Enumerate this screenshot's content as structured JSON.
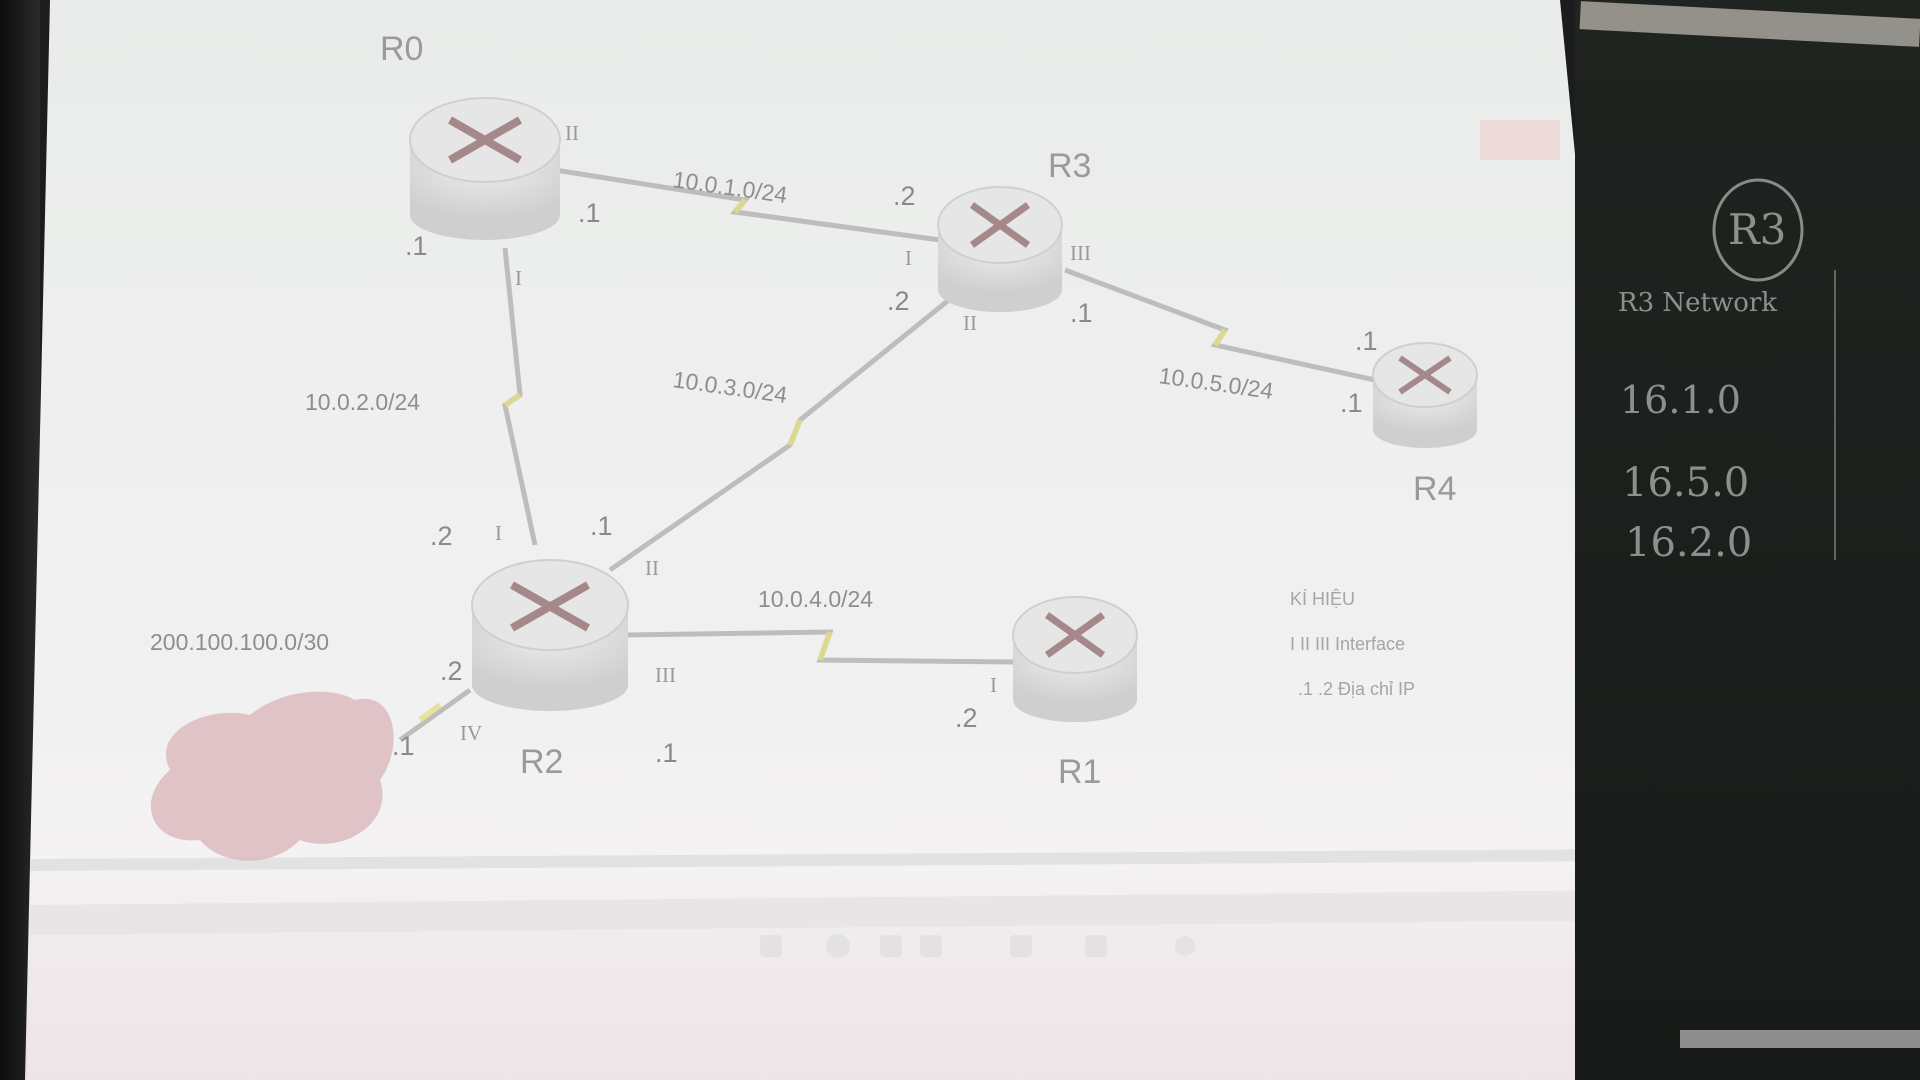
{
  "diagram": {
    "routers": [
      {
        "id": "r0",
        "label": "R0"
      },
      {
        "id": "r3",
        "label": "R3"
      },
      {
        "id": "r4",
        "label": "R4"
      },
      {
        "id": "r2",
        "label": "R2"
      },
      {
        "id": "r1",
        "label": "R1"
      }
    ],
    "networks": [
      {
        "label": "10.0.1.0/24"
      },
      {
        "label": "10.0.2.0/24"
      },
      {
        "label": "10.0.3.0/24"
      },
      {
        "label": "10.0.4.0/24"
      },
      {
        "label": "10.0.5.0/24"
      },
      {
        "label": "200.100.100.0/30"
      }
    ],
    "host_ids": [
      ".1",
      ".1",
      ".2",
      ".2",
      ".1",
      ".1",
      ".1",
      ".2",
      ".1",
      ".2",
      ".1",
      ".1",
      ".2"
    ],
    "interfaces": [
      "II",
      "I",
      "I",
      "III",
      "II",
      "I",
      "II",
      "III",
      "IV",
      "I"
    ],
    "legend": {
      "title": "KÍ HIỆU",
      "line1": "I II III Interface",
      "line2": ".1 .2 Địa chỉ IP"
    },
    "colors": {
      "link": "#b8b8b8",
      "serial": "#e4e08a",
      "cloud": "#d6b0b4",
      "router": "#dadada"
    }
  },
  "chalkboard": {
    "circled": "R3",
    "header": "R3 Network",
    "rows": [
      "16.1.0",
      "16.5.0",
      "16.2.0"
    ]
  }
}
